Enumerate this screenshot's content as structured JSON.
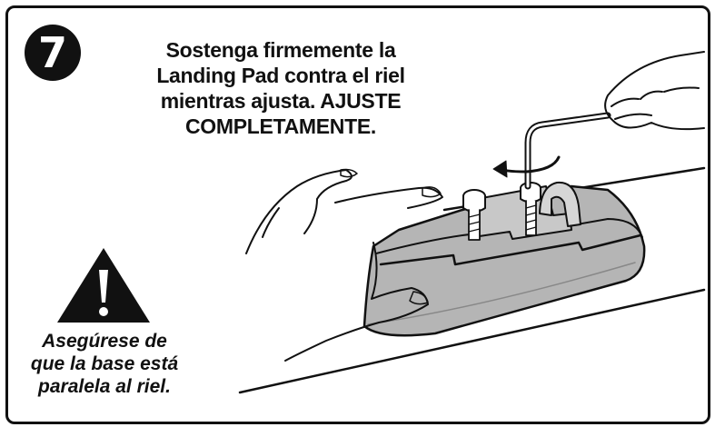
{
  "step": {
    "number": "7"
  },
  "instruction": {
    "lines": [
      "Sostenga firmemente la",
      "Landing Pad  contra el riel",
      "mientras ajusta. AJUSTE",
      "COMPLETAMENTE."
    ]
  },
  "warning": {
    "icon": "warning-triangle-icon",
    "lines": [
      "Asegúrese de",
      "que la base está",
      "paralela al riel."
    ]
  },
  "colors": {
    "ink": "#111111",
    "pad_gray": "#b5b5b5",
    "pad_shadow": "#9a9a9a",
    "background": "#ffffff"
  }
}
